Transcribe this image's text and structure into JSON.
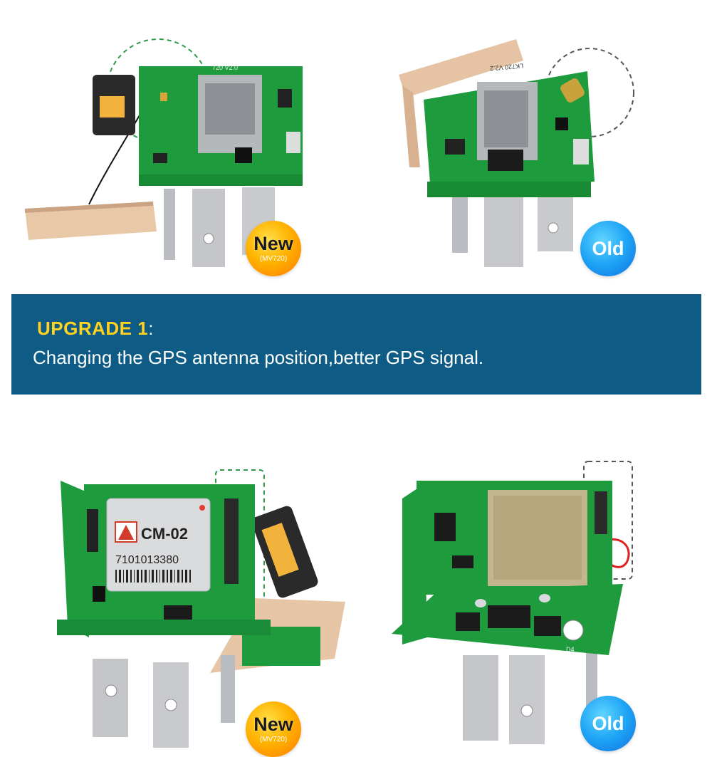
{
  "banner": {
    "heading": "UPGRADE 1",
    "heading_colon": ":",
    "text": "Changing the GPS antenna position,better GPS signal.",
    "background_color": "#0e5c86",
    "heading_color": "#ffd21f"
  },
  "badges": {
    "new_label": "New",
    "new_model": "(MV720)",
    "old_label": "Old"
  },
  "photos": {
    "top_left_board_label": "720 V2.0",
    "top_right_board_label": "LK720 V2.2",
    "module_brand": "CM-02",
    "module_serial": "7101013380",
    "bottom_right_marking": "D4"
  }
}
